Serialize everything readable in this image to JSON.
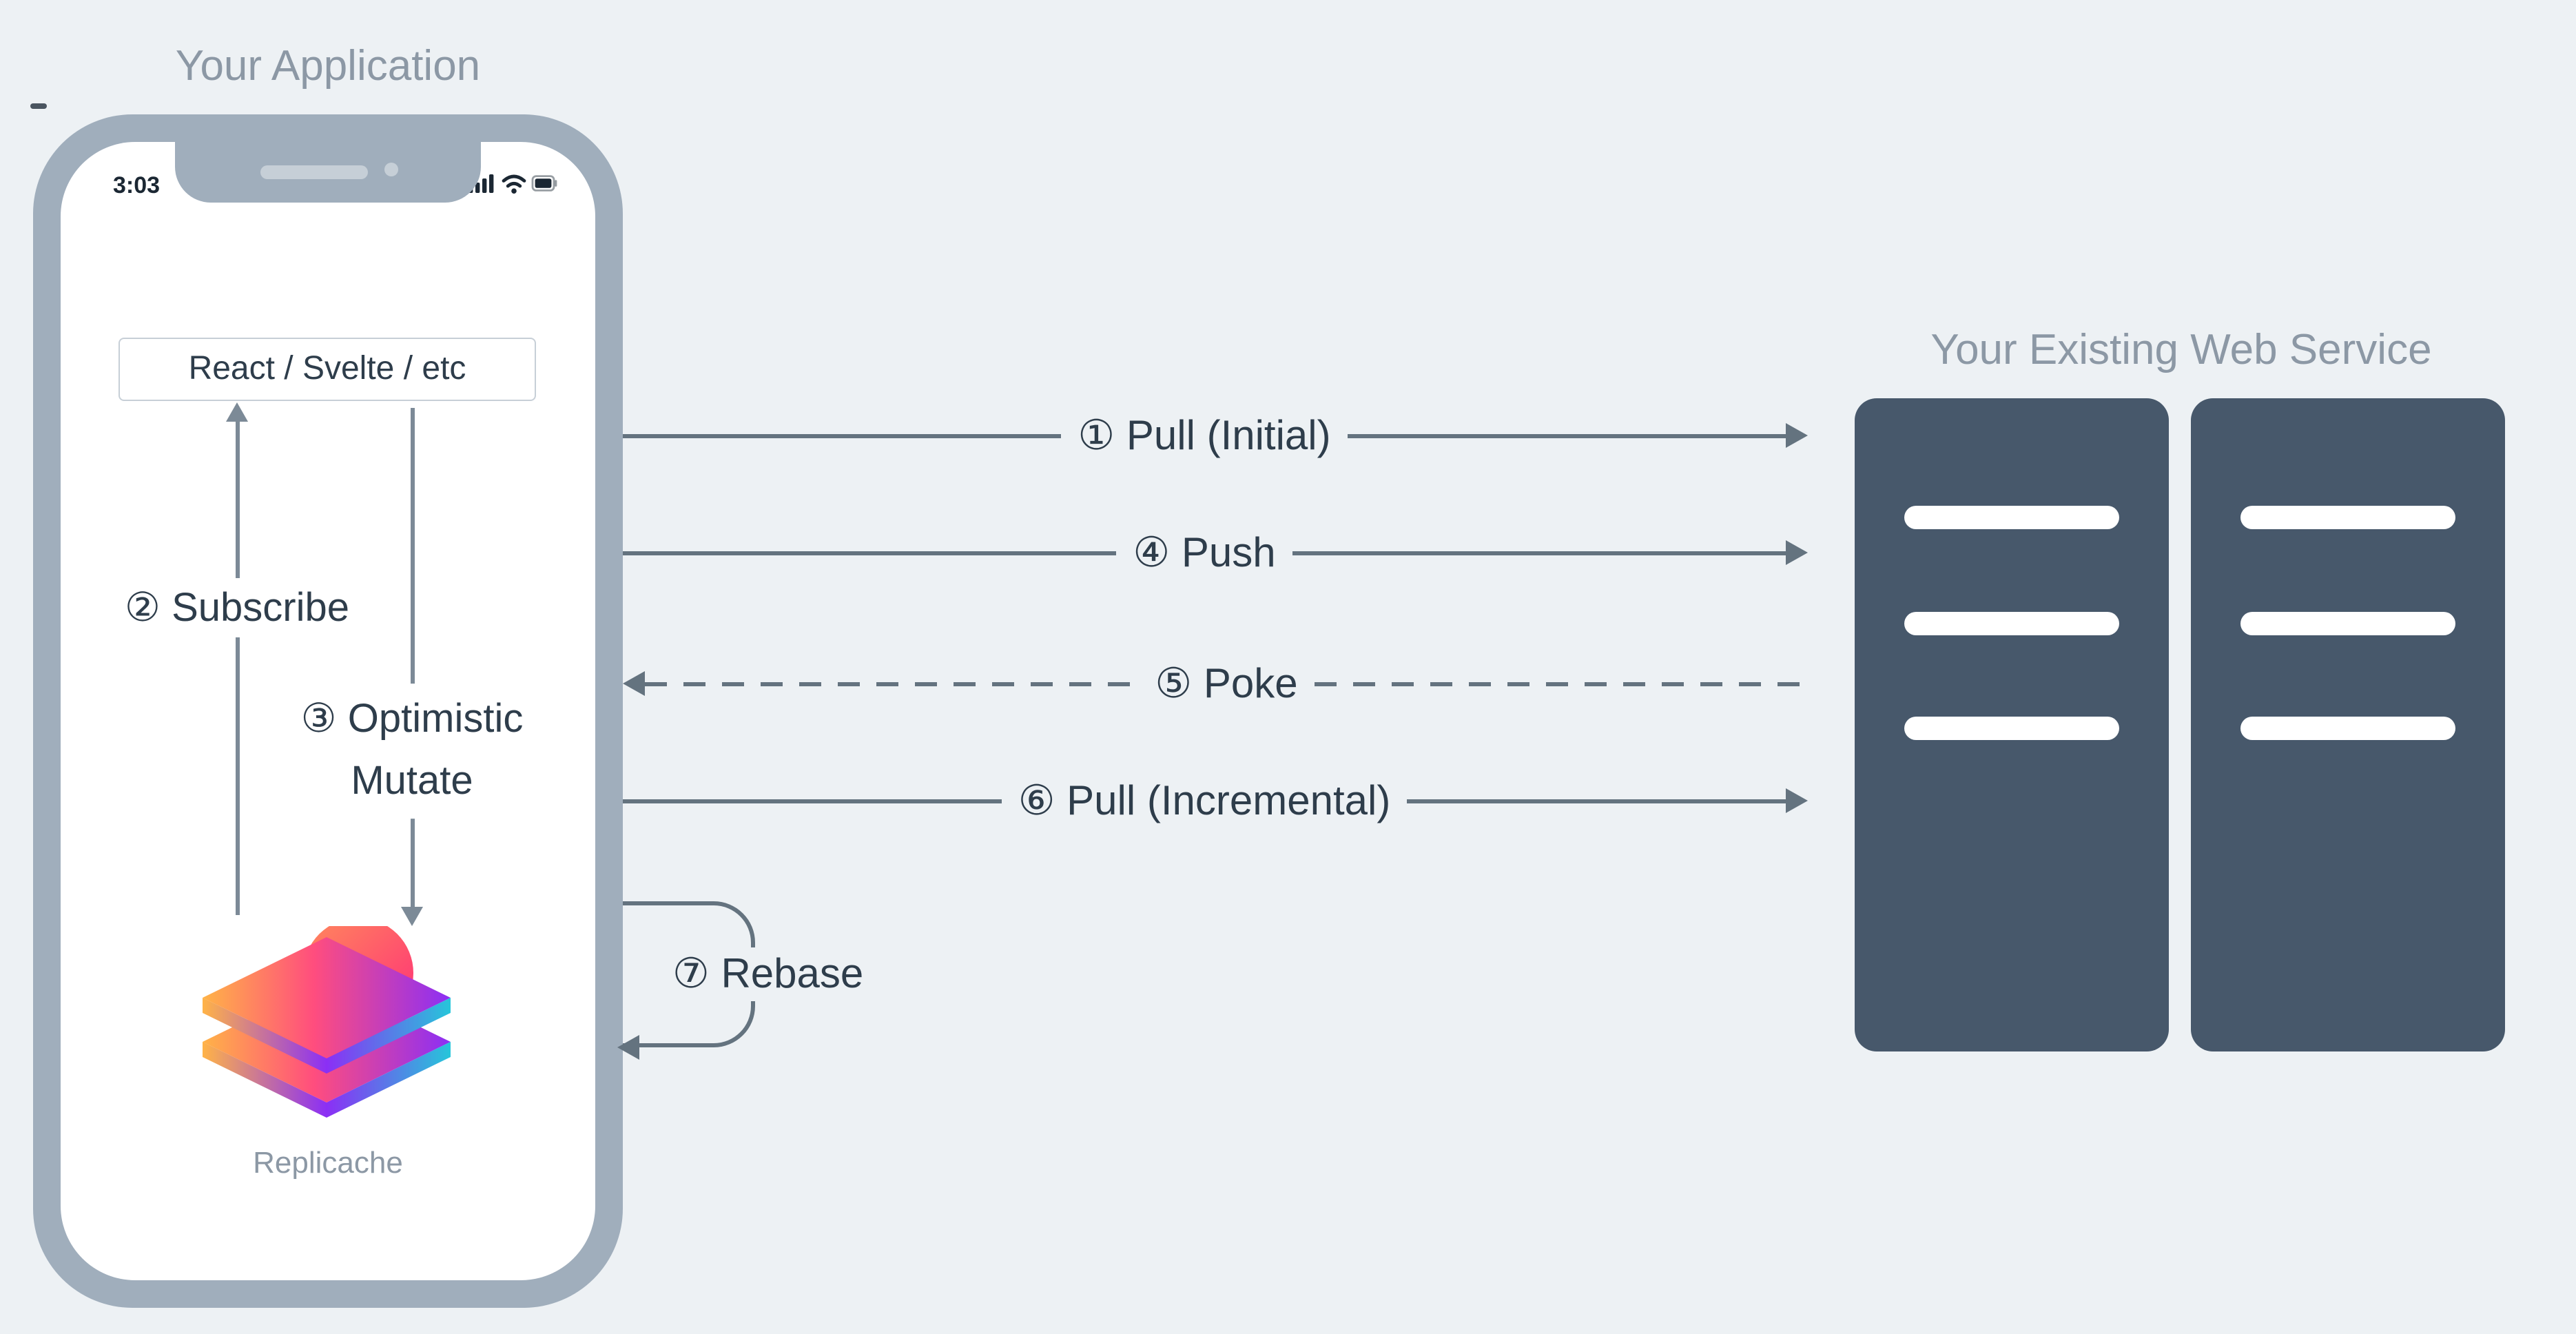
{
  "application": {
    "title": "Your Application",
    "status_time": "3:03",
    "status_icons": [
      "cellular-signal-icon",
      "wifi-icon",
      "battery-icon"
    ],
    "ui_box_label": "React / Svelte / etc",
    "subscribe_label": "② Subscribe",
    "mutate_label_line1": "③ Optimistic",
    "mutate_label_line2": "Mutate",
    "logo_label": "Replicache"
  },
  "service": {
    "title": "Your Existing Web Service",
    "racks": 2,
    "slots_per_rack": 3
  },
  "flows": [
    {
      "id": "pull-initial",
      "label": "① Pull (Initial)",
      "line": "solid",
      "direction": "right"
    },
    {
      "id": "push",
      "label": "④ Push",
      "line": "solid",
      "direction": "right"
    },
    {
      "id": "poke",
      "label": "⑤ Poke",
      "line": "dashed",
      "direction": "left"
    },
    {
      "id": "pull-incremental",
      "label": "⑥ Pull (Incremental)",
      "line": "solid",
      "direction": "right"
    },
    {
      "id": "rebase",
      "label": "⑦ Rebase",
      "line": "loop",
      "direction": "left"
    }
  ],
  "colors": {
    "bg": "#edf1f4",
    "frame": "#a0aebc",
    "title": "#8c98a5",
    "ink": "#2e3d4b",
    "arrow": "#64737f",
    "arrow-soft": "#7c8a97",
    "server": "#47586b",
    "box-border": "#c7cfd7",
    "status-ink": "#1b2733",
    "notch-detail": "#c6cfd7",
    "logo-pink": "#ff2d78",
    "logo-salmon": "#ff8a5c",
    "logo-orange": "#ffb347",
    "logo-magenta": "#ff4d7e",
    "logo-purple": "#8b2ff5",
    "logo-cyan": "#26c6da"
  }
}
